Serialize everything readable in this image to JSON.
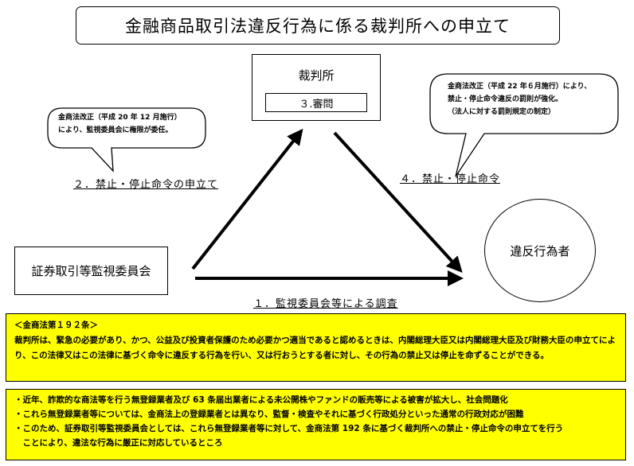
{
  "title": "金融商品取引法違反行為に係る裁判所への申立て",
  "court": {
    "label": "裁判所",
    "inner": "３.審問"
  },
  "sec_commission": "証券取引等監視委員会",
  "violator": "違反行為者",
  "bubble_left": {
    "line1": "金商法改正（平成 20 年 12 月施行）",
    "line2": "により、監視委員会に権限が委任。"
  },
  "bubble_right": {
    "line1": "金商法改正（平成 22 年６月施行）により、",
    "line2": "禁止・停止命令違反の罰則が強化。",
    "line3": "（法人に対する罰則規定の制定）"
  },
  "steps": {
    "step1": "１．監視委員会等による調査",
    "step2": "２．禁止・停止命令の申立て",
    "step4": "４．禁止・停止命令"
  },
  "law": {
    "heading": "＜金商法第１９２条＞",
    "body": "裁判所は、緊急の必要があり、かつ、公益及び投資者保護のため必要かつ適当であると認めるときは、内閣総理大臣又は内閣総理大臣及び財務大臣の申立てにより、この法律又はこの法律に基づく命令に違反する行為を行い、又は行おうとする者に対し、その行為の禁止又は停止を命ずることができる。"
  },
  "notes": [
    "・近年、詐欺的な商法等を行う無登録業者及び 63 条届出業者による未公開株やファンドの販売等による被害が拡大し、社会問題化",
    "・これら無登録業者等については、金商法上の登録業者とは異なり、監督・検査やそれに基づく行政処分といった通常の行政対応が困難",
    "・このため、証券取引等監視委員会としては、これら無登録業者等に対して、金商法第 192 条に基づく裁判所への禁止・停止命令の申立てを行う",
    "　ことにより、違法な行為に厳正に対応しているところ"
  ],
  "colors": {
    "highlight": "#ffff00",
    "line": "#000000"
  }
}
